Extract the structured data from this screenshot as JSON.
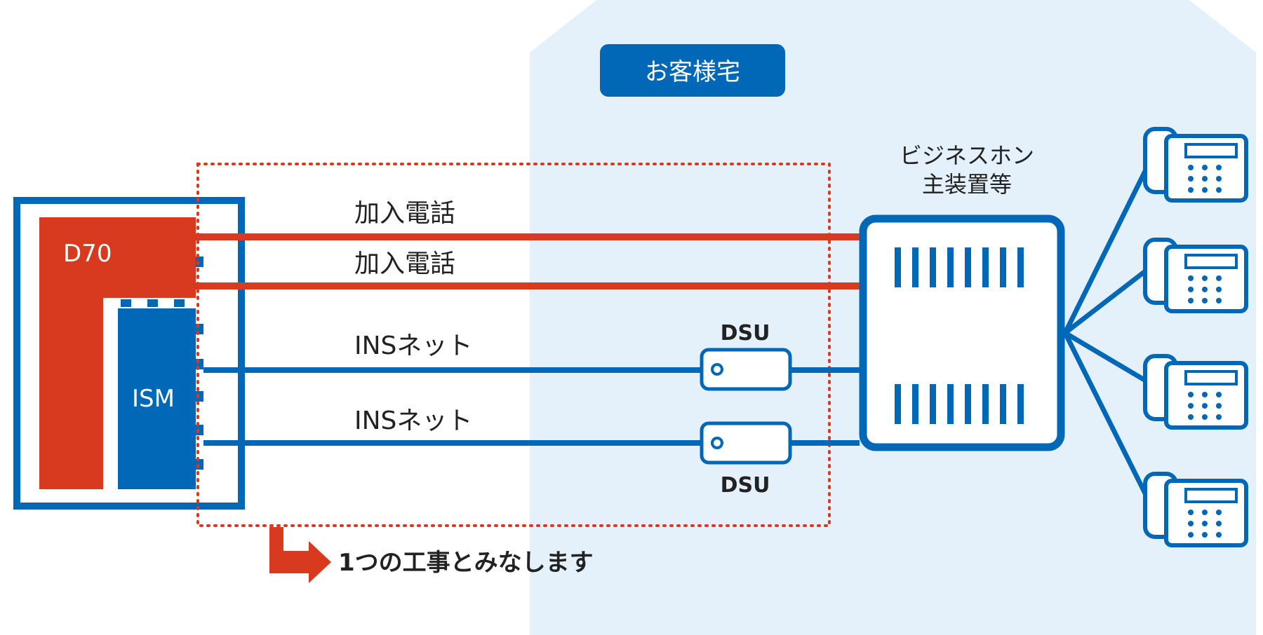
{
  "colors": {
    "blue": "#0068b7",
    "red": "#d83a20",
    "premises_bg": "#e4f0fa",
    "white": "#ffffff"
  },
  "premises": {
    "label": "お客様宅"
  },
  "pbx": {
    "label_line1": "ビジネスホン",
    "label_line2": "主装置等",
    "icon": "pbx-unit-icon"
  },
  "equipment": {
    "d70_label": "D70",
    "ism_label": "ISM"
  },
  "lines": [
    {
      "label": "加入電話",
      "type": "analog",
      "color": "red"
    },
    {
      "label": "加入電話",
      "type": "analog",
      "color": "red"
    },
    {
      "label": "INSネット",
      "type": "isdn",
      "color": "blue",
      "device": "DSU"
    },
    {
      "label": "INSネット",
      "type": "isdn",
      "color": "blue",
      "device": "DSU"
    }
  ],
  "dsu": [
    {
      "label": "DSU"
    },
    {
      "label": "DSU"
    }
  ],
  "phones": {
    "count": 4,
    "icon": "desk-phone-icon"
  },
  "note": {
    "label": "1つの工事とみなします",
    "icon": "arrow-right-icon"
  }
}
